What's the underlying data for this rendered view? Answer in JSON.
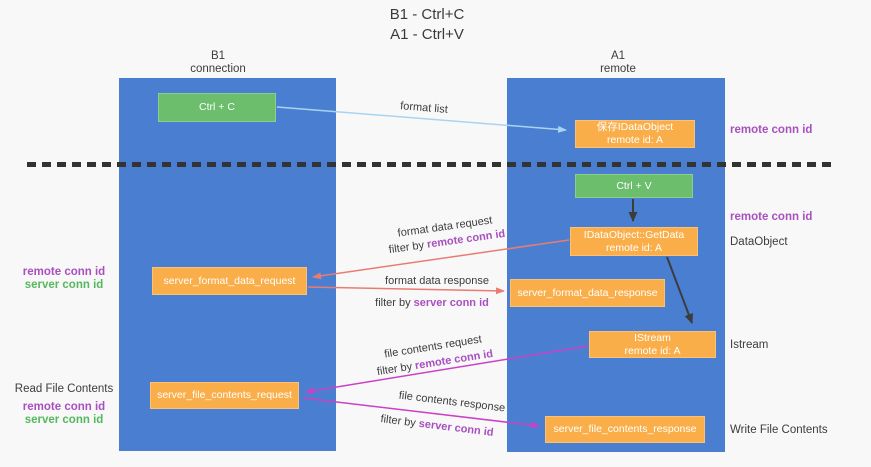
{
  "title": {
    "line1": "B1 - Ctrl+C",
    "line2": "A1 - Ctrl+V"
  },
  "lanes": {
    "left": {
      "name": "B1",
      "role": "connection"
    },
    "right": {
      "name": "A1",
      "role": "remote"
    }
  },
  "nodes": {
    "ctrl_c": {
      "label": "Ctrl + C"
    },
    "saved_idataobject": {
      "line1": "保存IDataObject",
      "line2": "remote id: A"
    },
    "ctrl_v": {
      "label": "Ctrl + V"
    },
    "idataobject_getdata": {
      "line1": "IDataObject::GetData",
      "line2": "remote id: A"
    },
    "istream": {
      "line1": "IStream",
      "line2": "remote id: A"
    },
    "server_format_data_request": {
      "label": "server_format_data_request"
    },
    "server_format_data_response": {
      "label": "server_format_data_response"
    },
    "server_file_contents_request": {
      "label": "server_file_contents_request"
    },
    "server_file_contents_response": {
      "label": "server_file_contents_response"
    }
  },
  "side_labels": {
    "remote_conn_id": "remote conn id",
    "server_conn_id": "server conn id",
    "dataobject": "DataObject",
    "istream": "Istream",
    "read_file_contents": "Read File Contents",
    "write_file_contents": "Write File Contents"
  },
  "annotations": {
    "format_list": "format list",
    "format_data_request": "format data request",
    "format_data_response": "format data response",
    "file_contents_request": "file contents request",
    "file_contents_response": "file contents response",
    "filter_by": "filter by ",
    "remote_conn_id": "remote conn id",
    "server_conn_id": "server conn id"
  },
  "colors": {
    "lane_blue": "#4a7ed1",
    "box_orange": "#f9ae49",
    "box_green": "#6cbe6d",
    "arrow_light_blue": "#a9d3f2",
    "arrow_red": "#e97c72",
    "arrow_magenta": "#cb41c6",
    "arrow_black": "#3c3c3c",
    "label_purple": "#a94fc0",
    "label_green": "#55b85f",
    "divider_dark": "#333333"
  }
}
